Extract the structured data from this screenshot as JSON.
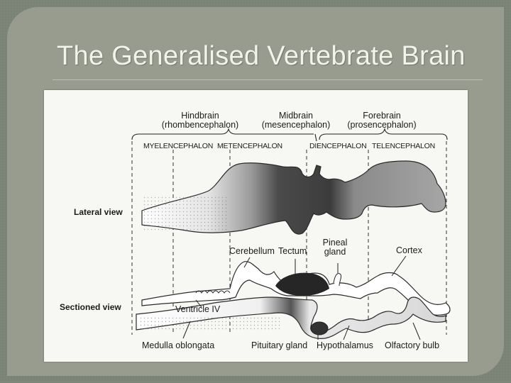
{
  "title": "The Generalised Vertebrate Brain",
  "divisions": {
    "hindbrain": "Hindbrain",
    "hindbrain_sub": "(rhombencephalon)",
    "midbrain": "Midbrain",
    "midbrain_sub": "(mesencephalon)",
    "forebrain": "Forebrain",
    "forebrain_sub": "(prosencephalon)"
  },
  "subdivisions": {
    "myelencephalon": "MYELENCEPHALON",
    "metencephalon": "METENCEPHALON",
    "diencephalon": "DIENCEPHALON",
    "telencephalon": "TELENCEPHALON"
  },
  "views": {
    "lateral": "Lateral view",
    "sectioned": "Sectioned view"
  },
  "parts": {
    "cerebellum": "Cerebellum",
    "tectum": "Tectum",
    "pineal_1": "Pineal",
    "pineal_2": "gland",
    "cortex": "Cortex",
    "ventricle": "Ventricle IV",
    "medulla": "Medulla oblongata",
    "pituitary": "Pituitary gland",
    "hypothalamus": "Hypothalamus",
    "olfactory": "Olfactory bulb"
  },
  "colors": {
    "background": "#7b8377",
    "panel": "#989c8e",
    "title_text": "#f2f3ea",
    "figure_bg": "#f7f7f4",
    "ink": "#1b1b1b"
  }
}
